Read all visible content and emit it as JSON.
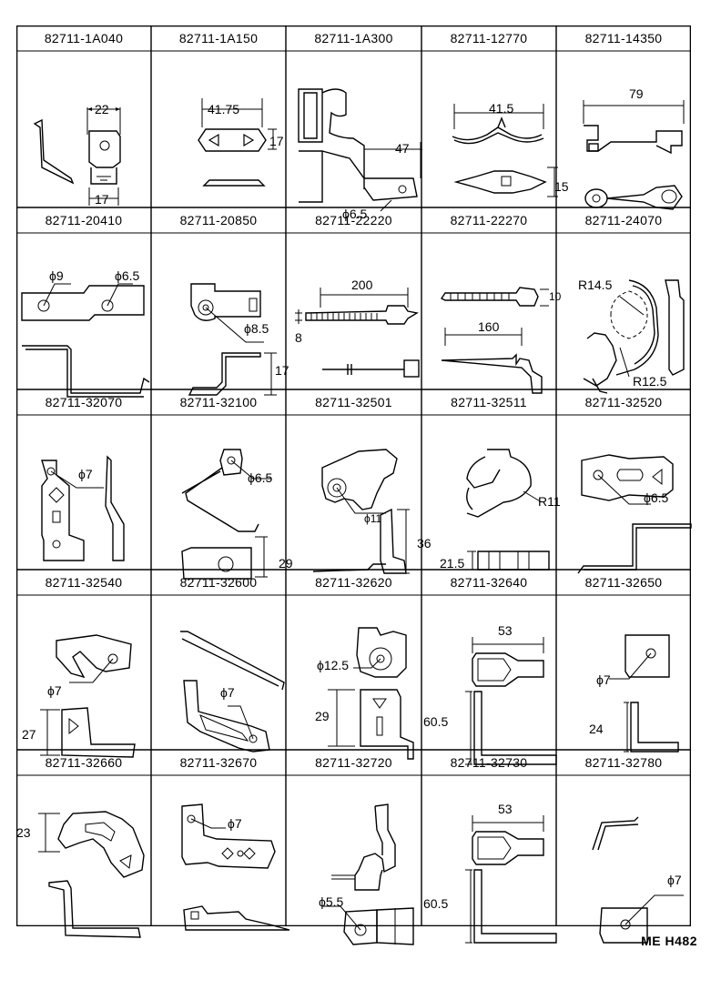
{
  "sheet_ref": "ME H482",
  "parts": [
    {
      "part_no": "82711-1A040",
      "dims": [
        "22",
        "17"
      ]
    },
    {
      "part_no": "82711-1A150",
      "dims": [
        "41.75",
        "17"
      ]
    },
    {
      "part_no": "82711-1A300",
      "dims": [
        "47",
        "ϕ6.5"
      ]
    },
    {
      "part_no": "82711-12770",
      "dims": [
        "41.5",
        "15"
      ]
    },
    {
      "part_no": "82711-14350",
      "dims": [
        "79"
      ]
    },
    {
      "part_no": "82711-20410",
      "dims": [
        "ϕ9",
        "ϕ6.5"
      ]
    },
    {
      "part_no": "82711-20850",
      "dims": [
        "ϕ8.5",
        "17"
      ]
    },
    {
      "part_no": "82711-22220",
      "dims": [
        "200",
        "8"
      ]
    },
    {
      "part_no": "82711-22270",
      "dims": [
        "10",
        "160"
      ]
    },
    {
      "part_no": "82711-24070",
      "dims": [
        "R14.5",
        "R12.5"
      ]
    },
    {
      "part_no": "82711-32070",
      "dims": [
        "ϕ7"
      ]
    },
    {
      "part_no": "82711-32100",
      "dims": [
        "ϕ6.5",
        "29"
      ]
    },
    {
      "part_no": "82711-32501",
      "dims": [
        "ϕ11",
        "36"
      ]
    },
    {
      "part_no": "82711-32511",
      "dims": [
        "R11",
        "21.5"
      ]
    },
    {
      "part_no": "82711-32520",
      "dims": [
        "ϕ6.5"
      ]
    },
    {
      "part_no": "82711-32540",
      "dims": [
        "ϕ7",
        "27"
      ]
    },
    {
      "part_no": "82711-32600",
      "dims": [
        "ϕ7"
      ]
    },
    {
      "part_no": "82711-32620",
      "dims": [
        "ϕ12.5",
        "29"
      ]
    },
    {
      "part_no": "82711-32640",
      "dims": [
        "53",
        "60.5"
      ]
    },
    {
      "part_no": "82711-32650",
      "dims": [
        "ϕ7",
        "24"
      ]
    },
    {
      "part_no": "82711-32660",
      "dims": [
        "23"
      ]
    },
    {
      "part_no": "82711-32670",
      "dims": [
        "ϕ7"
      ]
    },
    {
      "part_no": "82711-32720",
      "dims": [
        "ϕ5.5"
      ]
    },
    {
      "part_no": "82711-32730",
      "dims": [
        "53",
        "60.5"
      ]
    },
    {
      "part_no": "82711-32780",
      "dims": [
        "ϕ7"
      ]
    }
  ]
}
